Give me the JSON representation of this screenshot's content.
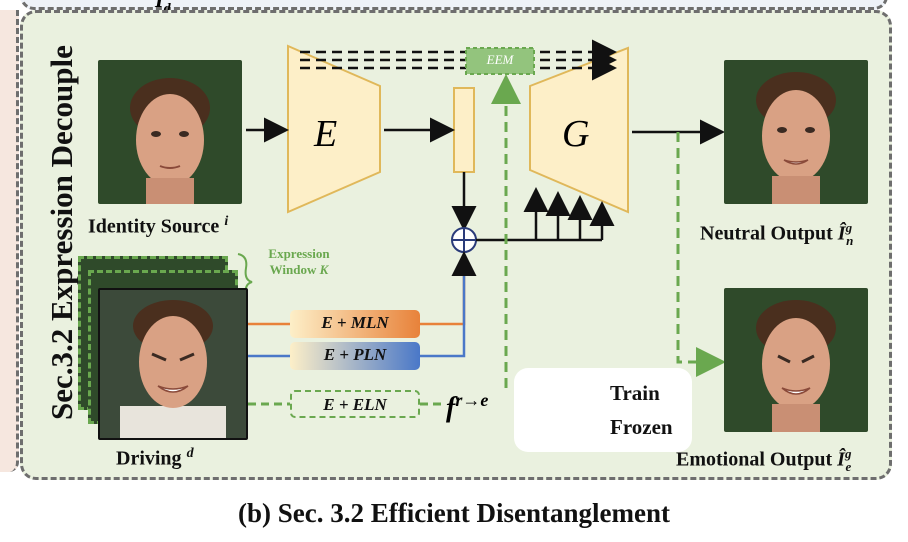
{
  "top_fragment": "Î",
  "top_fragment_sub": "d",
  "side_title": "Sec.3.2  Expression Decouple",
  "identity_label": "Identity Source ",
  "identity_sup": "i",
  "driving_label": "Driving ",
  "driving_sup": "d",
  "expression_window_line1": "Expression",
  "expression_window_line2": "Window ",
  "expression_window_var": "K",
  "encoder_label": "E",
  "generator_label": "G",
  "eem_label": "EEM",
  "mln_label": "E + MLN",
  "pln_label": "E + PLN",
  "eln_label": "E + ELN",
  "f_label": "f",
  "f_sup": "r→e",
  "neutral_label": "Neutral Output ",
  "neutral_sym": "Î",
  "neutral_sup": "g",
  "neutral_sub": "n",
  "emotional_label": "Emotional Output ",
  "emotional_sym": "Î",
  "emotional_sup": "g",
  "emotional_sub": "e",
  "legend_train": "Train",
  "legend_frozen": "Frozen",
  "caption": "(b) Sec. 3.2 Efficient Disentanglement",
  "colors": {
    "panel_bg": "#eaf1df",
    "block_fill": "#fdefc8",
    "block_stroke": "#e0b85a",
    "green_dash": "#6aa84f",
    "orange": "#e8823a",
    "blue": "#4a78c8"
  }
}
